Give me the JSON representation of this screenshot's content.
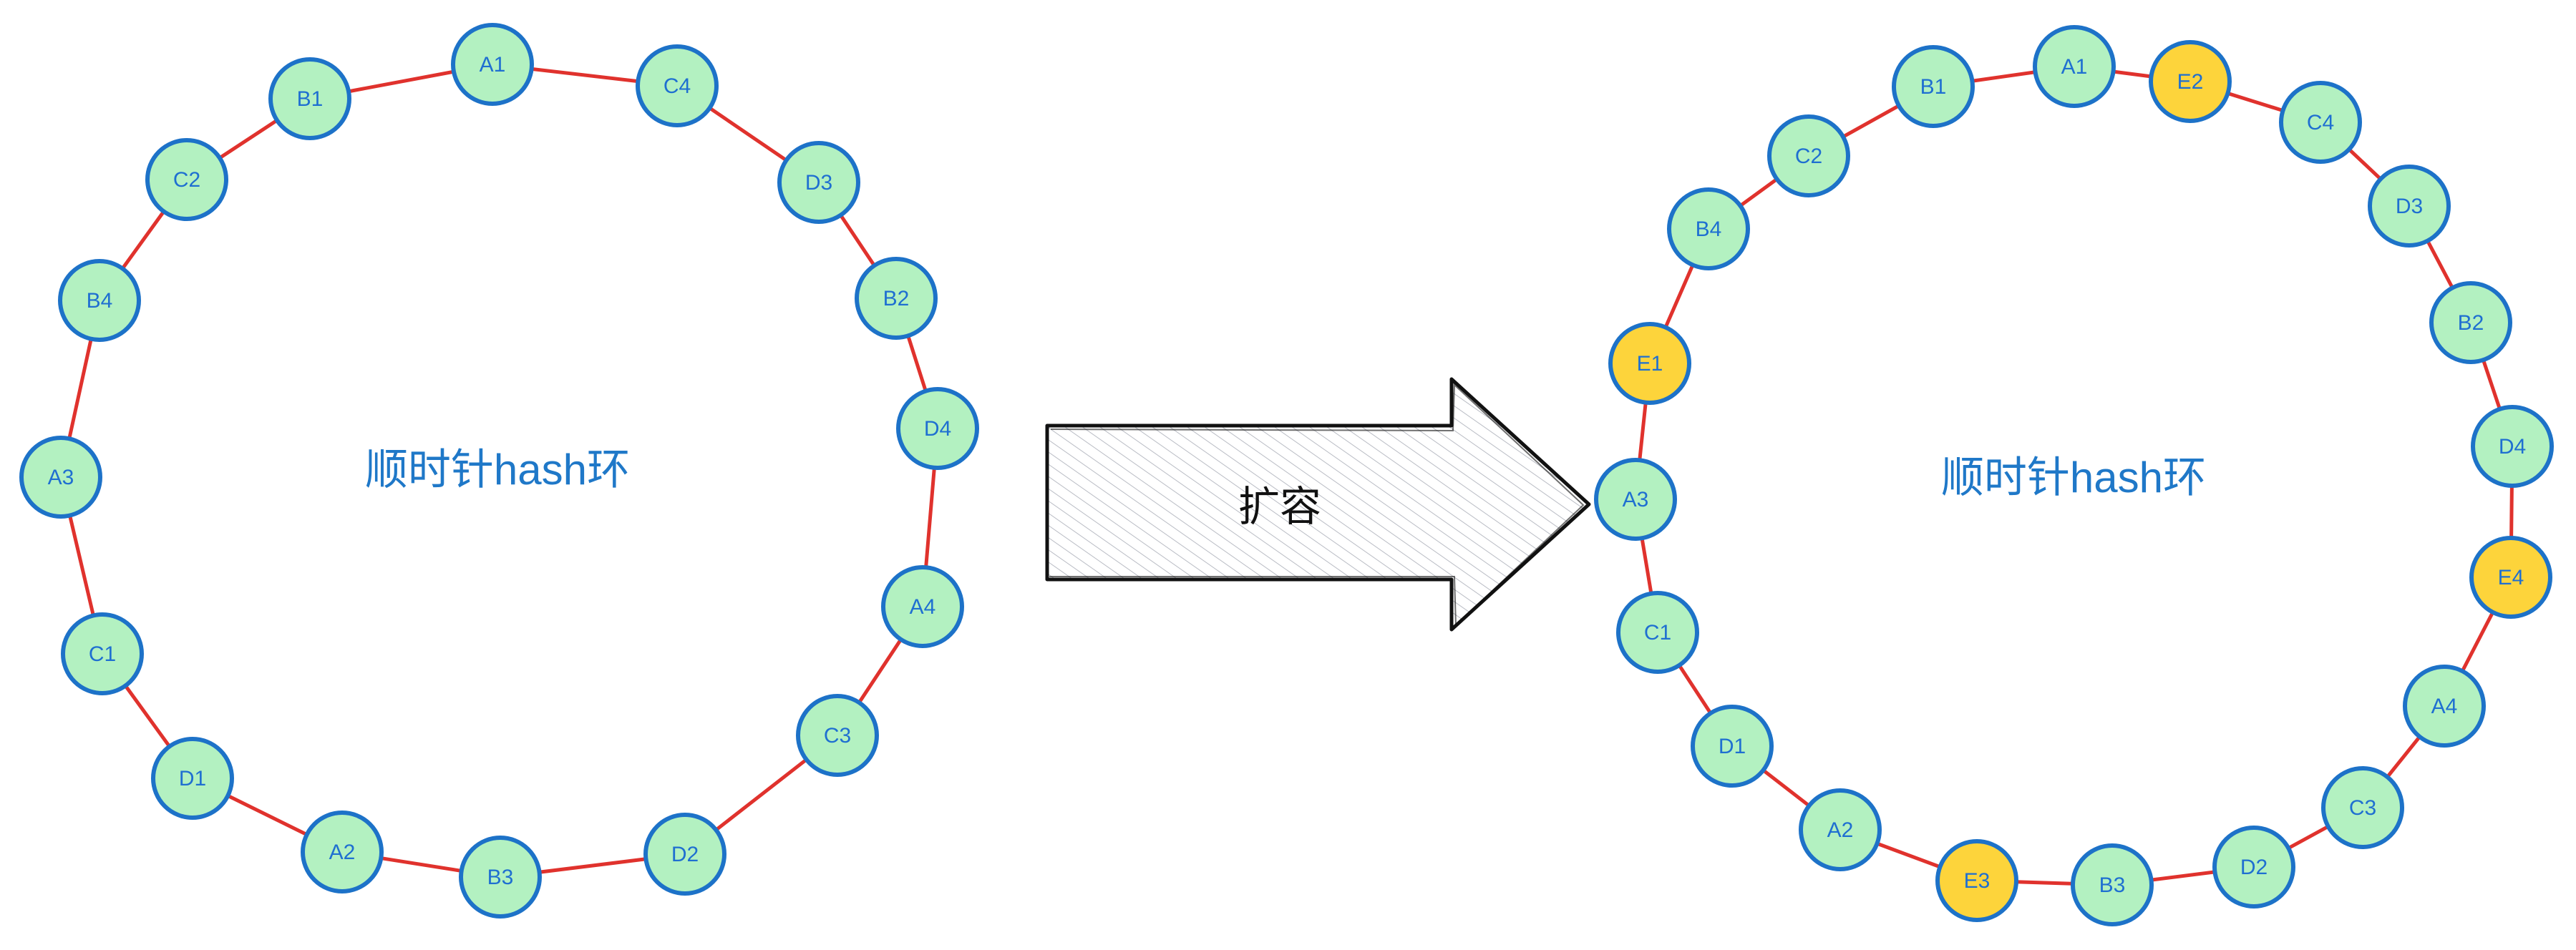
{
  "colors": {
    "ring": "#e0322d",
    "node_fill": "#b3f1c1",
    "node_stroke": "#1d72c8",
    "new_node_fill": "#fdd43b",
    "label": "#1f6fd1",
    "title": "#1f78c8",
    "arrow_stroke": "#111111"
  },
  "left_ring": {
    "title": "顺时针hash环",
    "nodes": [
      {
        "label": "A1",
        "is_new": false
      },
      {
        "label": "C4",
        "is_new": false
      },
      {
        "label": "D3",
        "is_new": false
      },
      {
        "label": "B2",
        "is_new": false
      },
      {
        "label": "D4",
        "is_new": false
      },
      {
        "label": "A4",
        "is_new": false
      },
      {
        "label": "C3",
        "is_new": false
      },
      {
        "label": "D2",
        "is_new": false
      },
      {
        "label": "B3",
        "is_new": false
      },
      {
        "label": "A2",
        "is_new": false
      },
      {
        "label": "D1",
        "is_new": false
      },
      {
        "label": "C1",
        "is_new": false
      },
      {
        "label": "A3",
        "is_new": false
      },
      {
        "label": "B4",
        "is_new": false
      },
      {
        "label": "C2",
        "is_new": false
      },
      {
        "label": "B1",
        "is_new": false
      }
    ]
  },
  "arrow": {
    "label": "扩容",
    "icon": "right-arrow-icon"
  },
  "right_ring": {
    "title": "顺时针hash环",
    "nodes": [
      {
        "label": "A1",
        "is_new": false
      },
      {
        "label": "E2",
        "is_new": true
      },
      {
        "label": "C4",
        "is_new": false
      },
      {
        "label": "D3",
        "is_new": false
      },
      {
        "label": "B2",
        "is_new": false
      },
      {
        "label": "D4",
        "is_new": false
      },
      {
        "label": "E4",
        "is_new": true
      },
      {
        "label": "A4",
        "is_new": false
      },
      {
        "label": "C3",
        "is_new": false
      },
      {
        "label": "D2",
        "is_new": false
      },
      {
        "label": "B3",
        "is_new": false
      },
      {
        "label": "E3",
        "is_new": true
      },
      {
        "label": "A2",
        "is_new": false
      },
      {
        "label": "D1",
        "is_new": false
      },
      {
        "label": "C1",
        "is_new": false
      },
      {
        "label": "A3",
        "is_new": false
      },
      {
        "label": "E1",
        "is_new": true
      },
      {
        "label": "B4",
        "is_new": false
      },
      {
        "label": "C2",
        "is_new": false
      },
      {
        "label": "B1",
        "is_new": false
      }
    ]
  }
}
